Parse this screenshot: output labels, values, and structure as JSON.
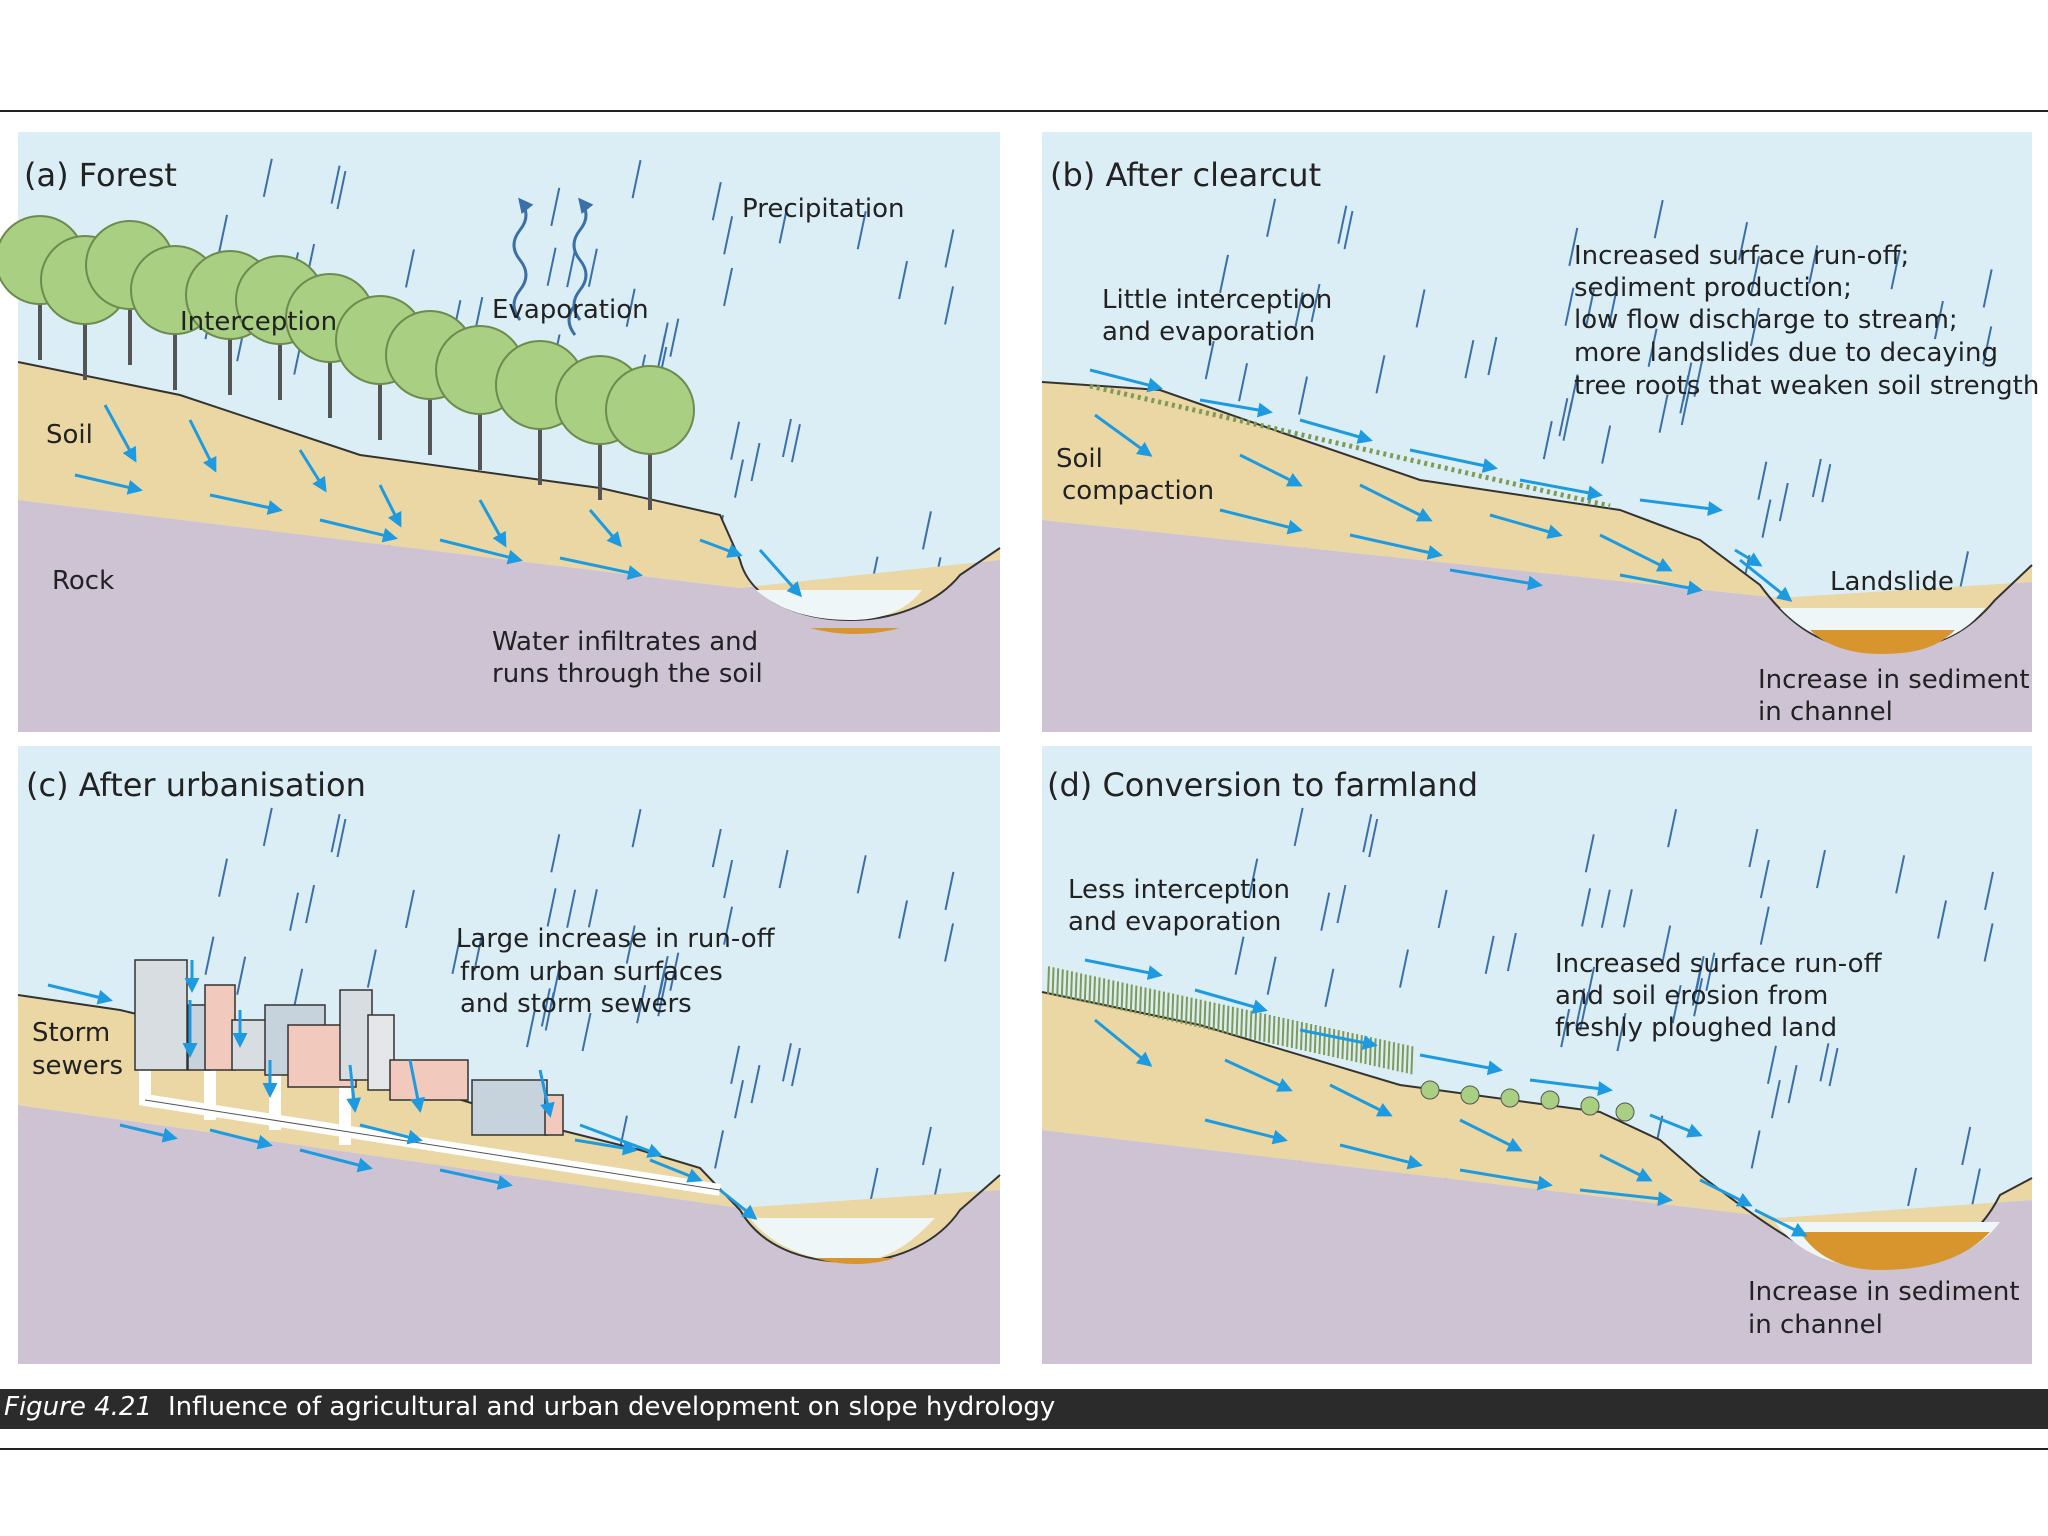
{
  "colors": {
    "sky": "#dbeef5",
    "soil": "#ead7a4",
    "rock": "#cdc3d3",
    "water": "#eef6f8",
    "sediment": "#d8952e",
    "arrow": "#1e9be0",
    "rain": "#3b6fa8",
    "tree": "#a9cf83",
    "grass": "#7f9a54",
    "building": "#d8dde2",
    "roof": "#c97b62"
  },
  "panels": {
    "a": {
      "title": "(a) Forest",
      "precipitation": "Precipitation",
      "evaporation": "Evaporation",
      "interception": "Interception",
      "soil": "Soil",
      "rock": "Rock",
      "note": [
        "Water infiltrates and",
        "runs through the soil"
      ]
    },
    "b": {
      "title": "(b) After clearcut",
      "interception": [
        "Little interception",
        "and evaporation"
      ],
      "effects": [
        "Increased surface run-off;",
        "sediment production;",
        "low flow discharge to stream;",
        "more landslides due to decaying",
        "tree roots that weaken soil strength"
      ],
      "soil": [
        "Soil",
        "compaction"
      ],
      "landslide": "Landslide",
      "sediment": [
        "Increase in sediment",
        "in channel"
      ]
    },
    "c": {
      "title": "(c) After urbanisation",
      "runoff": [
        "Large increase in run-off",
        "from urban surfaces",
        "and storm sewers"
      ],
      "sewers": [
        "Storm",
        "sewers"
      ]
    },
    "d": {
      "title": "(d) Conversion to farmland",
      "interception": [
        "Less interception",
        "and evaporation"
      ],
      "effects": [
        "Increased surface run-off",
        "and soil erosion from",
        "freshly ploughed land"
      ],
      "sediment": [
        "Increase in sediment",
        "in channel"
      ]
    }
  },
  "caption": {
    "figure": "Figure 4.21",
    "text": "Influence of agricultural and urban development on slope hydrology"
  }
}
